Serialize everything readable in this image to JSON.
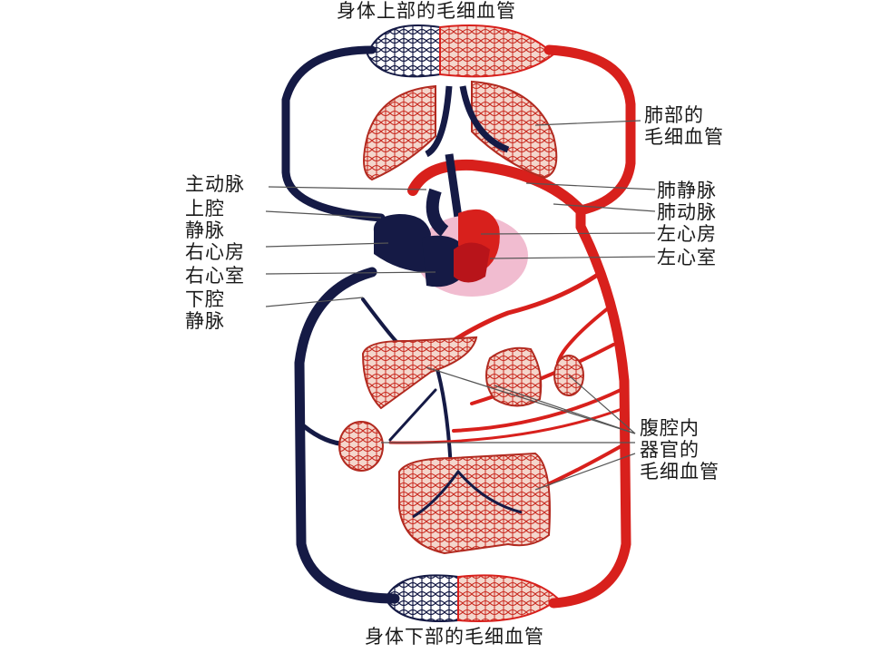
{
  "labels": {
    "upper_body_capillaries": "身体上部的毛细血管",
    "lower_body_capillaries": "身体下部的毛细血管",
    "lung_capillaries_1": "肺部的",
    "lung_capillaries_2": "毛细血管",
    "aorta": "主动脉",
    "superior_vena_cava_1": "上腔",
    "superior_vena_cava_2": "静脉",
    "right_atrium": "右心房",
    "right_ventricle": "右心室",
    "inferior_vena_cava_1": "下腔",
    "inferior_vena_cava_2": "静脉",
    "pulmonary_vein": "肺静脉",
    "pulmonary_artery": "肺动脉",
    "left_atrium": "左心房",
    "left_ventricle": "左心室",
    "abdominal_capillaries_1": "腹腔内",
    "abdominal_capillaries_2": "器官的",
    "abdominal_capillaries_3": "毛细血管"
  },
  "colors": {
    "artery": "#d8201c",
    "vein": "#151a45",
    "heart_pink": "#f1bcd0",
    "organ": "#e8b09c",
    "pointer": "#555555"
  }
}
